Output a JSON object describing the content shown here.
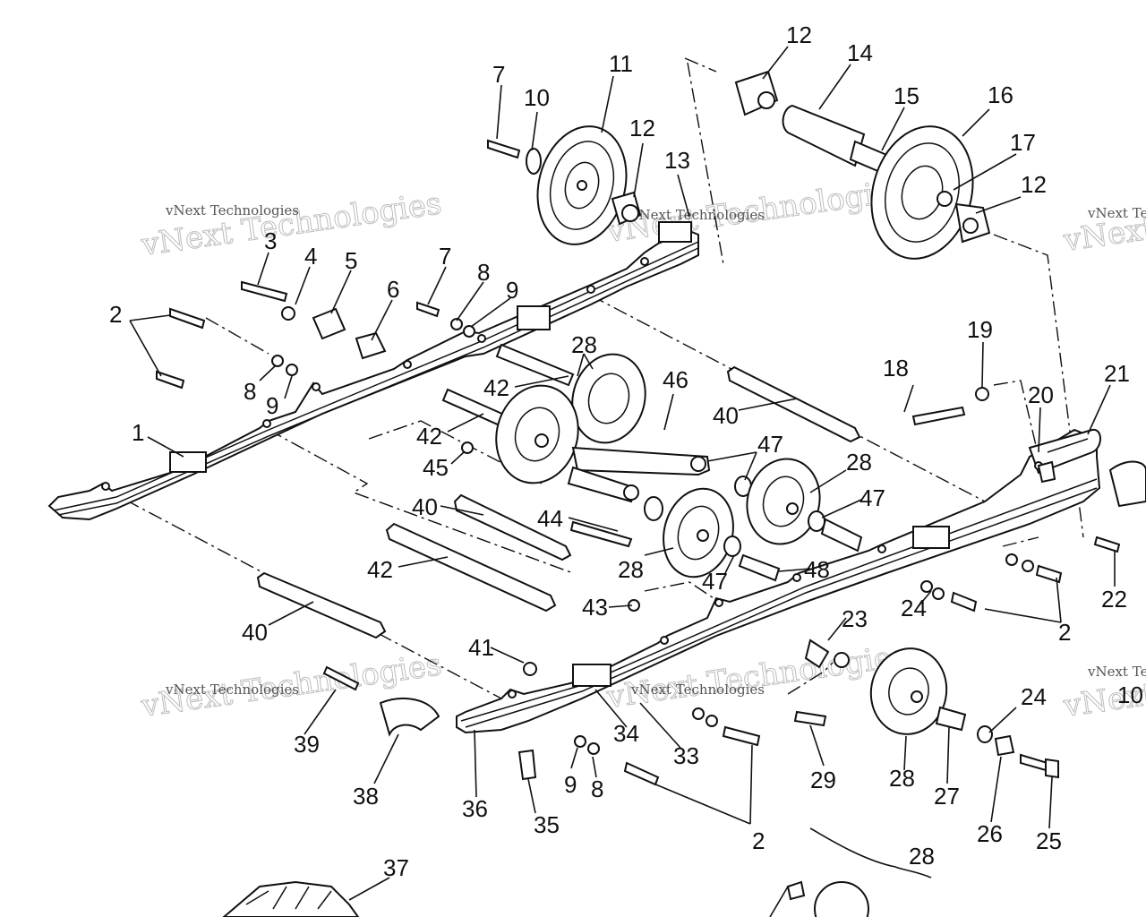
{
  "watermark": {
    "big": "vNext Technologies",
    "small": "vNext Technologies"
  },
  "callouts": [
    {
      "id": "c1",
      "text": "1"
    },
    {
      "id": "c2a",
      "text": "2"
    },
    {
      "id": "c2b",
      "text": "2"
    },
    {
      "id": "c2c",
      "text": "2"
    },
    {
      "id": "c3",
      "text": "3"
    },
    {
      "id": "c4",
      "text": "4"
    },
    {
      "id": "c5",
      "text": "5"
    },
    {
      "id": "c6",
      "text": "6"
    },
    {
      "id": "c7a",
      "text": "7"
    },
    {
      "id": "c7b",
      "text": "7"
    },
    {
      "id": "c8a",
      "text": "8"
    },
    {
      "id": "c8b",
      "text": "8"
    },
    {
      "id": "c8c",
      "text": "8"
    },
    {
      "id": "c9a",
      "text": "9"
    },
    {
      "id": "c9b",
      "text": "9"
    },
    {
      "id": "c9c",
      "text": "9"
    },
    {
      "id": "c10a",
      "text": "10"
    },
    {
      "id": "c10b",
      "text": "10"
    },
    {
      "id": "c11",
      "text": "11"
    },
    {
      "id": "c12a",
      "text": "12"
    },
    {
      "id": "c12b",
      "text": "12"
    },
    {
      "id": "c12c",
      "text": "12"
    },
    {
      "id": "c13",
      "text": "13"
    },
    {
      "id": "c14",
      "text": "14"
    },
    {
      "id": "c15",
      "text": "15"
    },
    {
      "id": "c16",
      "text": "16"
    },
    {
      "id": "c17",
      "text": "17"
    },
    {
      "id": "c18",
      "text": "18"
    },
    {
      "id": "c19",
      "text": "19"
    },
    {
      "id": "c20",
      "text": "20"
    },
    {
      "id": "c21",
      "text": "21"
    },
    {
      "id": "c22",
      "text": "22"
    },
    {
      "id": "c23",
      "text": "23"
    },
    {
      "id": "c24a",
      "text": "24"
    },
    {
      "id": "c24b",
      "text": "24"
    },
    {
      "id": "c25",
      "text": "25"
    },
    {
      "id": "c26",
      "text": "26"
    },
    {
      "id": "c27",
      "text": "27"
    },
    {
      "id": "c28a",
      "text": "28"
    },
    {
      "id": "c28b",
      "text": "28"
    },
    {
      "id": "c28c",
      "text": "28"
    },
    {
      "id": "c28d",
      "text": "28"
    },
    {
      "id": "c28e",
      "text": "28"
    },
    {
      "id": "c29",
      "text": "29"
    },
    {
      "id": "c33",
      "text": "33"
    },
    {
      "id": "c34",
      "text": "34"
    },
    {
      "id": "c35",
      "text": "35"
    },
    {
      "id": "c36",
      "text": "36"
    },
    {
      "id": "c37",
      "text": "37"
    },
    {
      "id": "c38",
      "text": "38"
    },
    {
      "id": "c39",
      "text": "39"
    },
    {
      "id": "c40a",
      "text": "40"
    },
    {
      "id": "c40b",
      "text": "40"
    },
    {
      "id": "c40c",
      "text": "40"
    },
    {
      "id": "c41",
      "text": "41"
    },
    {
      "id": "c42a",
      "text": "42"
    },
    {
      "id": "c42b",
      "text": "42"
    },
    {
      "id": "c42c",
      "text": "42"
    },
    {
      "id": "c43",
      "text": "43"
    },
    {
      "id": "c44",
      "text": "44"
    },
    {
      "id": "c45",
      "text": "45"
    },
    {
      "id": "c46",
      "text": "46"
    },
    {
      "id": "c47a",
      "text": "47"
    },
    {
      "id": "c47b",
      "text": "47"
    },
    {
      "id": "c47c",
      "text": "47"
    },
    {
      "id": "c48",
      "text": "48"
    }
  ]
}
